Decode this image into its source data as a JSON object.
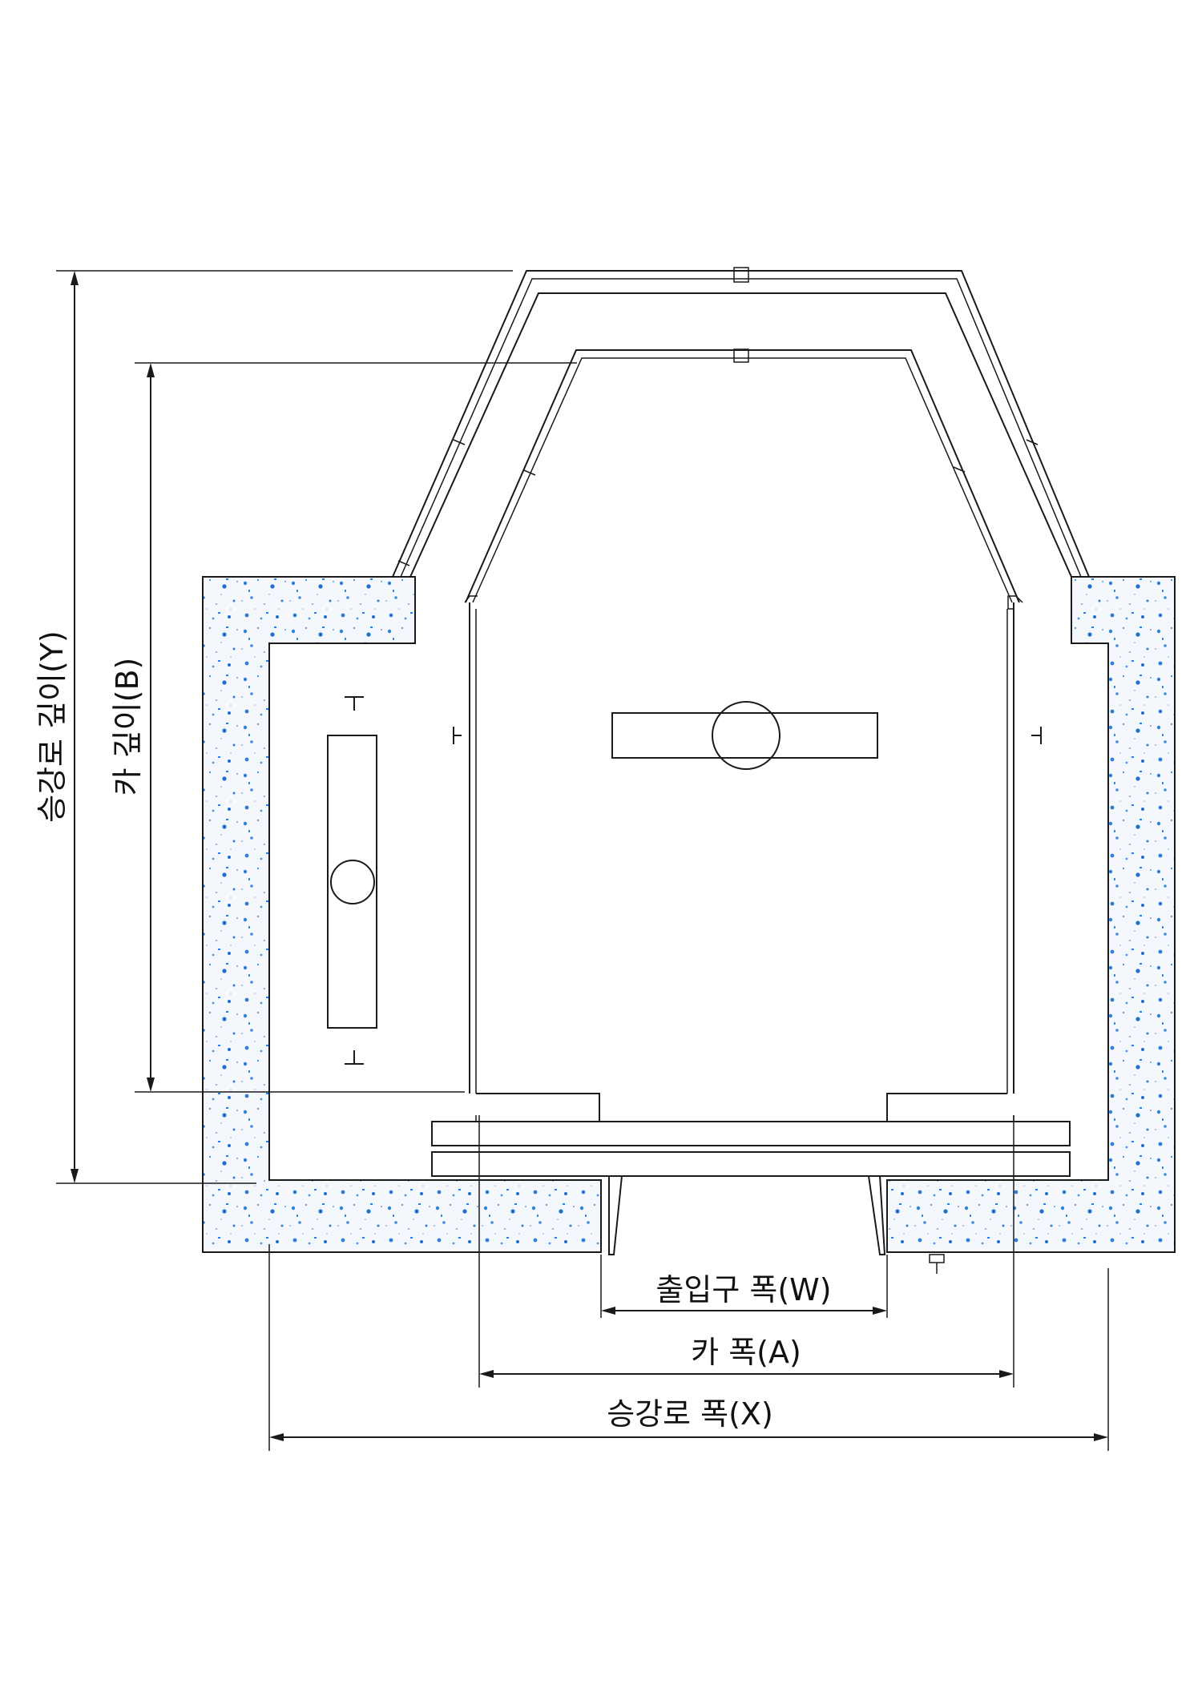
{
  "labels": {
    "entrance_width": "출입구 폭(W)",
    "car_width": "카 폭(A)",
    "hoistway_width": "승강로 폭(X)",
    "hoistway_depth": "승강로 깊이(Y)",
    "car_depth": "카 깊이(B)"
  },
  "colors": {
    "line": "#1a1a1a",
    "concrete_base": "#f4f7fc",
    "concrete_speckle": "#2f7fd8"
  }
}
